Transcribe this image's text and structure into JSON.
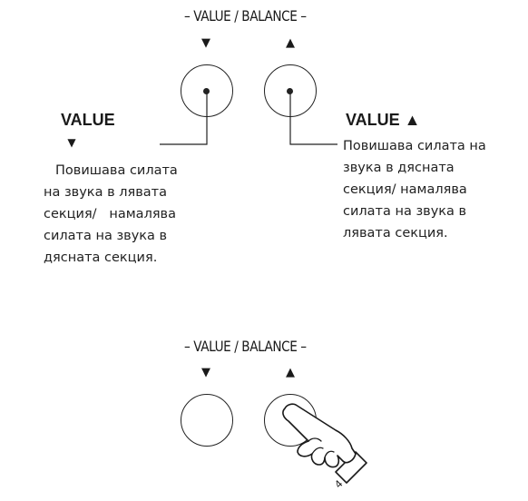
{
  "top_panel": {
    "label": "– VALUE / BALANCE –",
    "down_marker": "▼",
    "up_marker": "▲"
  },
  "left_callout": {
    "title": "VALUE",
    "marker": "▼",
    "lines": [
      "Повишава силата",
      "на звука в лявата",
      "секция/   намалява",
      "силата на звука в",
      "дясната секция."
    ]
  },
  "right_callout": {
    "title": "VALUE ▲",
    "lines": [
      "Повишава силата на",
      "звука в дясната",
      "секция/ намалява",
      "силата на звука в",
      "лявата секция."
    ]
  },
  "bottom_panel": {
    "label": "– VALUE / BALANCE –",
    "down_marker": "▼",
    "up_marker": "▲"
  },
  "finger_mark": "4",
  "icons": [
    "finger-press-icon"
  ]
}
